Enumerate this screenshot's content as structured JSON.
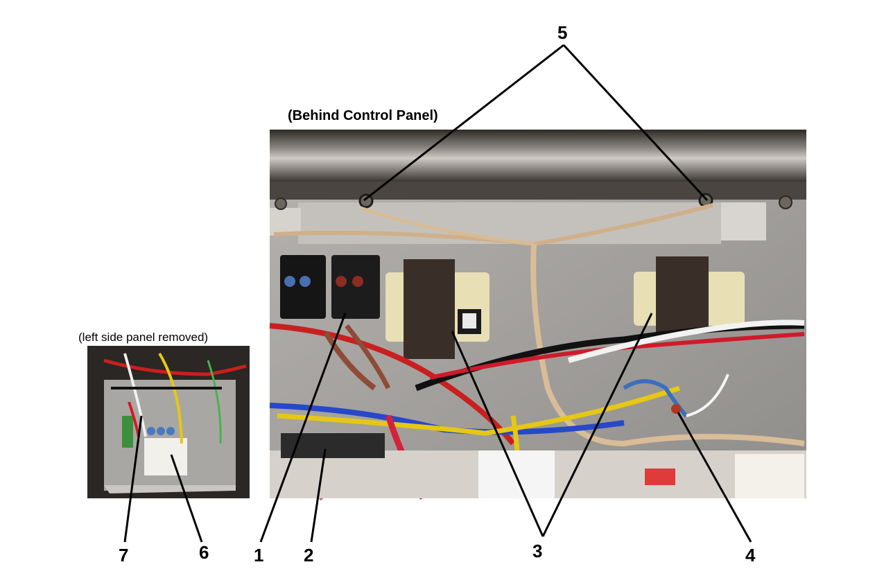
{
  "captions": {
    "main_photo": "(Behind Control Panel)",
    "side_photo": "(left side panel removed)"
  },
  "callouts": {
    "c1": "1",
    "c2": "2",
    "c3": "3",
    "c4": "4",
    "c5": "5",
    "c6": "6",
    "c7": "7"
  }
}
